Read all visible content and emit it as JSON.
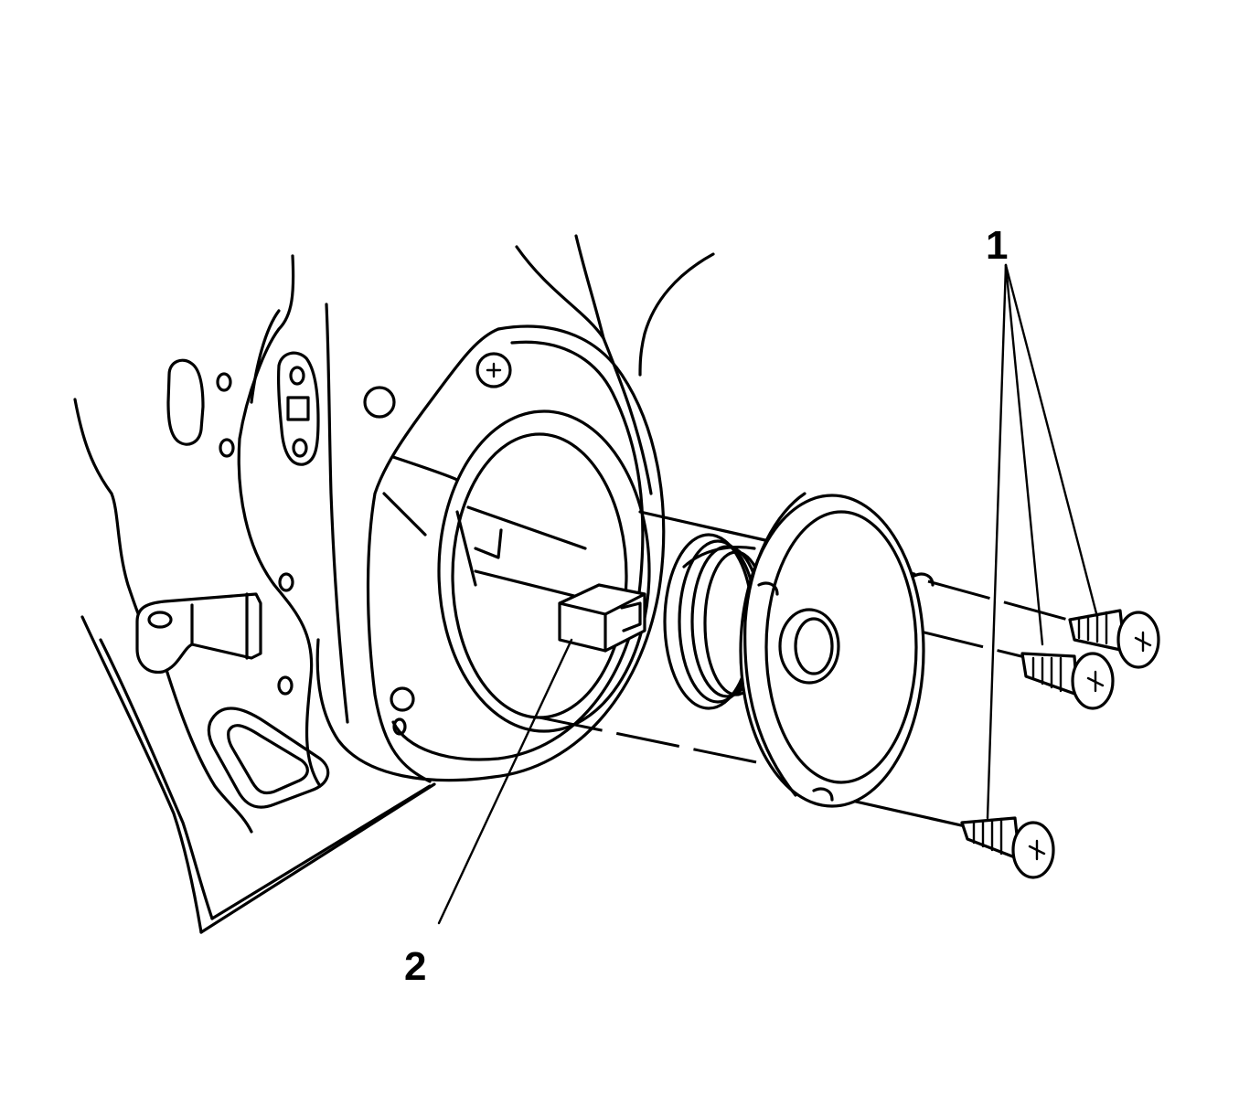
{
  "callouts": [
    {
      "id": "1",
      "label": "1",
      "part": "screw"
    },
    {
      "id": "2",
      "label": "2",
      "part": "electrical-connector"
    }
  ]
}
